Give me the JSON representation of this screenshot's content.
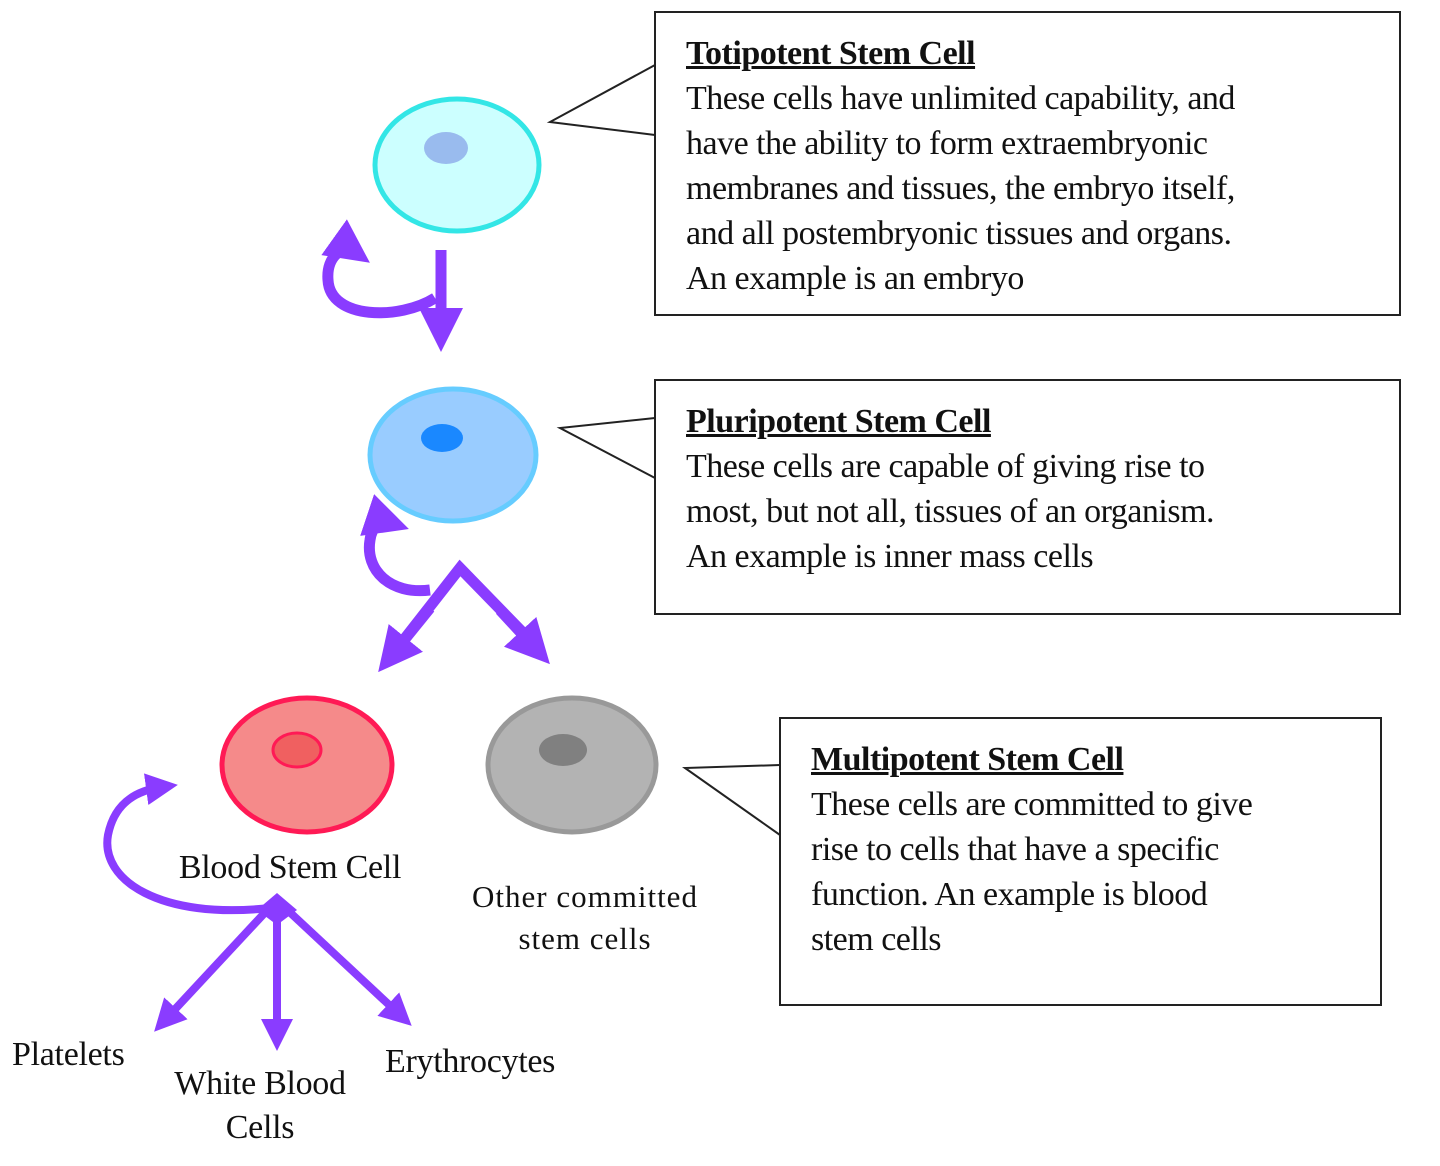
{
  "colors": {
    "arrow": "#8a3cff",
    "callout_border": "#222222",
    "totipotent": {
      "fill": "#ccffff",
      "stroke": "#33e6e6",
      "nucleus": "#99bbee"
    },
    "pluripotent": {
      "fill": "#99ccff",
      "stroke": "#66ccff",
      "nucleus": "#1a88ff"
    },
    "blood": {
      "fill": "#f58a8a",
      "stroke": "#ff1a55",
      "nucleus": "#f06060"
    },
    "other": {
      "fill": "#b3b3b3",
      "stroke": "#999999",
      "nucleus": "#808080"
    }
  },
  "callouts": {
    "totipotent": {
      "title": "Totipotent Stem Cell",
      "body": "These cells have unlimited capability, and\nhave the ability to form extraembryonic\nmembranes and tissues, the embryo itself,\nand all postembryonic tissues and organs.\nAn example is an embryo"
    },
    "pluripotent": {
      "title": "Pluripotent Stem Cell",
      "body": "These cells are capable of giving rise to\nmost, but not all, tissues of an organism.\nAn example is inner mass cells"
    },
    "multipotent": {
      "title": "Multipotent Stem Cell",
      "body": "These cells are committed to give\nrise to cells that have a specific\nfunction.  An example is blood\nstem cells"
    }
  },
  "labels": {
    "blood_stem_cell": "Blood Stem Cell",
    "other_committed": "Other committed\nstem cells",
    "platelets": "Platelets",
    "white_blood_cells": "White Blood\nCells",
    "erythrocytes": "Erythrocytes"
  }
}
